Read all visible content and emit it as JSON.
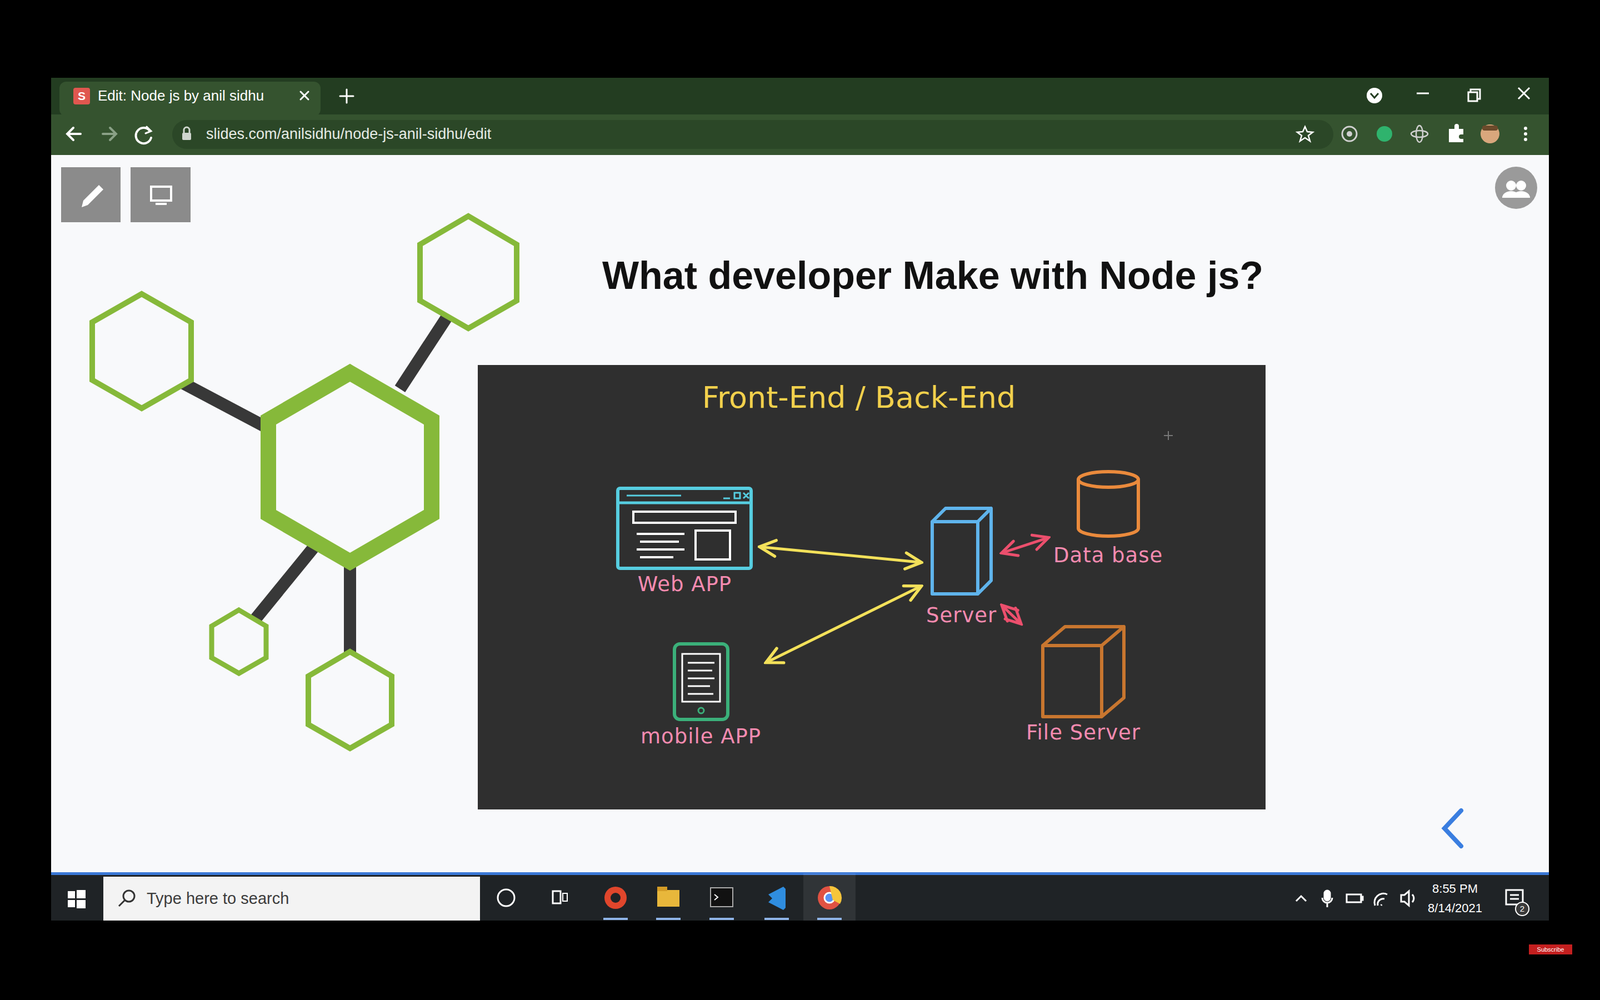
{
  "diagram": {
    "title": "What developer Make with Node js?",
    "nodes": [
      {
        "text": [
          "Web APP"
        ]
      },
      {
        "text": [
          "Server"
        ]
      },
      {
        "text": [
          "Data base"
        ]
      },
      {
        "text": [
          "mobile APP"
        ]
      },
      {
        "text": [
          "File Server"
        ]
      }
    ],
    "edges": [
      {
        "from": 0,
        "to": 1,
        "arrow": "both"
      },
      {
        "from": 3,
        "to": 1,
        "arrow": "both"
      },
      {
        "from": 1,
        "to": 2,
        "arrow": "both"
      },
      {
        "from": 1,
        "to": 4,
        "arrow": "both"
      }
    ],
    "labels": [
      "Edit: Node js by anil sidhu",
      "slides.com/anilsidhu/node-js-anil-sidhu/edit",
      "Front-End / Back-End",
      "Type here to search",
      "8:55 PM",
      "8/14/2021",
      "2",
      "Subscribe",
      "S"
    ]
  }
}
